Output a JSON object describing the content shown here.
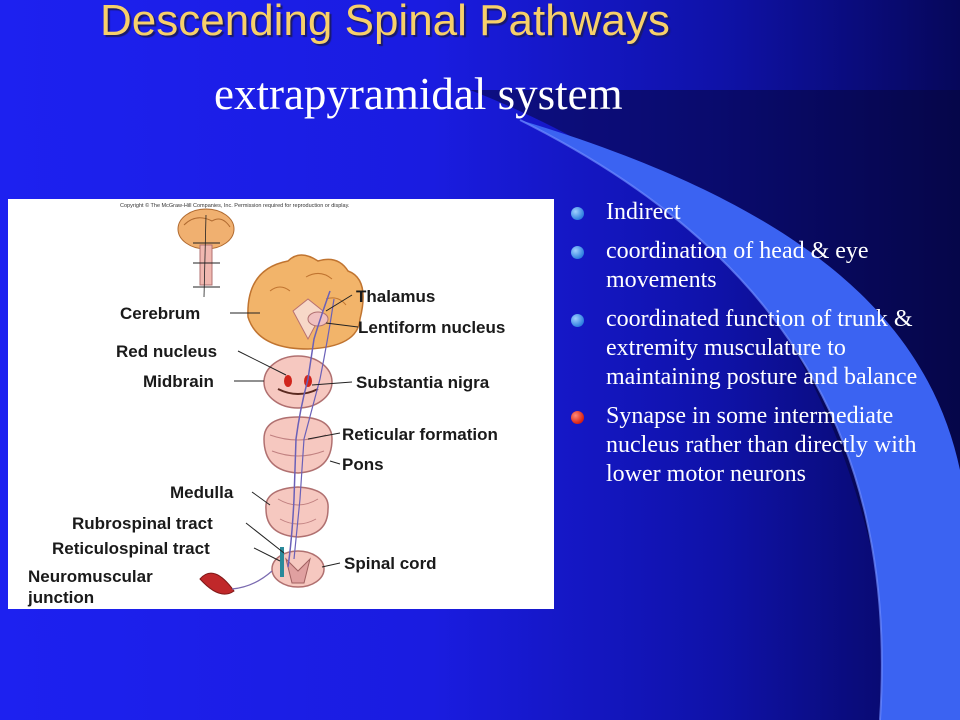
{
  "slide": {
    "title": "Descending Spinal Pathways",
    "subtitle": "extrapyramidal system",
    "colors": {
      "background": "#1d21f0",
      "title": "#f7d06a",
      "text": "#ffffff",
      "bullet": "#3a8ae8",
      "bullet_alt": "#d8200f"
    }
  },
  "figure": {
    "copyright": "Copyright © The McGraw-Hill Companies, Inc. Permission required for reproduction or display.",
    "labels": {
      "cerebrum": "Cerebrum",
      "thalamus": "Thalamus",
      "lentiform_nucleus": "Lentiform nucleus",
      "red_nucleus": "Red nucleus",
      "midbrain": "Midbrain",
      "substantia_nigra": "Substantia nigra",
      "reticular_formation": "Reticular formation",
      "pons": "Pons",
      "medulla": "Medulla",
      "rubrospinal_tract": "Rubrospinal tract",
      "reticulospinal_tract": "Reticulospinal tract",
      "spinal_cord": "Spinal cord",
      "neuromuscular_1": "Neuromuscular",
      "neuromuscular_2": "junction"
    }
  },
  "bullets": [
    {
      "text": "Indirect",
      "color": "blue"
    },
    {
      "text": "coordination of head & eye movements",
      "color": "blue"
    },
    {
      "text": "coordinated function of trunk & extremity musculature to maintaining posture and balance",
      "color": "blue"
    },
    {
      "text": "Synapse in some intermediate nucleus rather than directly with lower motor neurons",
      "color": "red"
    }
  ]
}
